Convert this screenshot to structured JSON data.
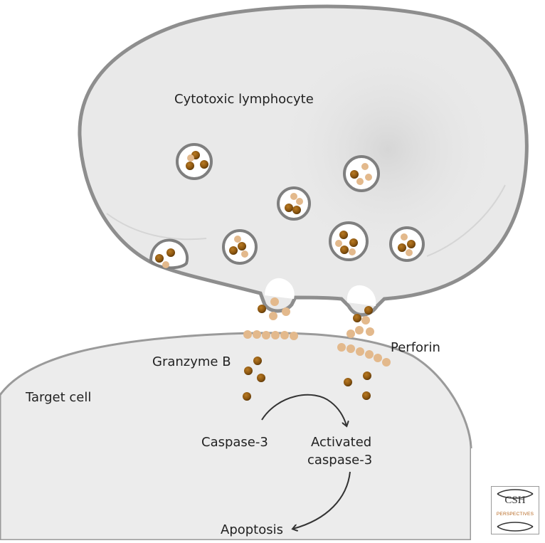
{
  "labels": {
    "cytotoxic_lymphocyte": "Cytotoxic lymphocyte",
    "perforin": "Perforin",
    "granzyme_b": "Granzyme B",
    "target_cell": "Target cell",
    "caspase3": "Caspase-3",
    "activated_line1": "Activated",
    "activated_line2": "caspase-3",
    "apoptosis": "Apoptosis"
  },
  "logo": {
    "mark": "CSH",
    "subtitle": "PERSPECTIVES"
  },
  "colors": {
    "lymphocyte_fill": "#e9e9e9",
    "lymphocyte_outline": "#8e8e8e",
    "target_fill": "#ececec",
    "granzyme": "#8a5510",
    "perforin": "#e3b98c",
    "arrow": "#333333"
  }
}
